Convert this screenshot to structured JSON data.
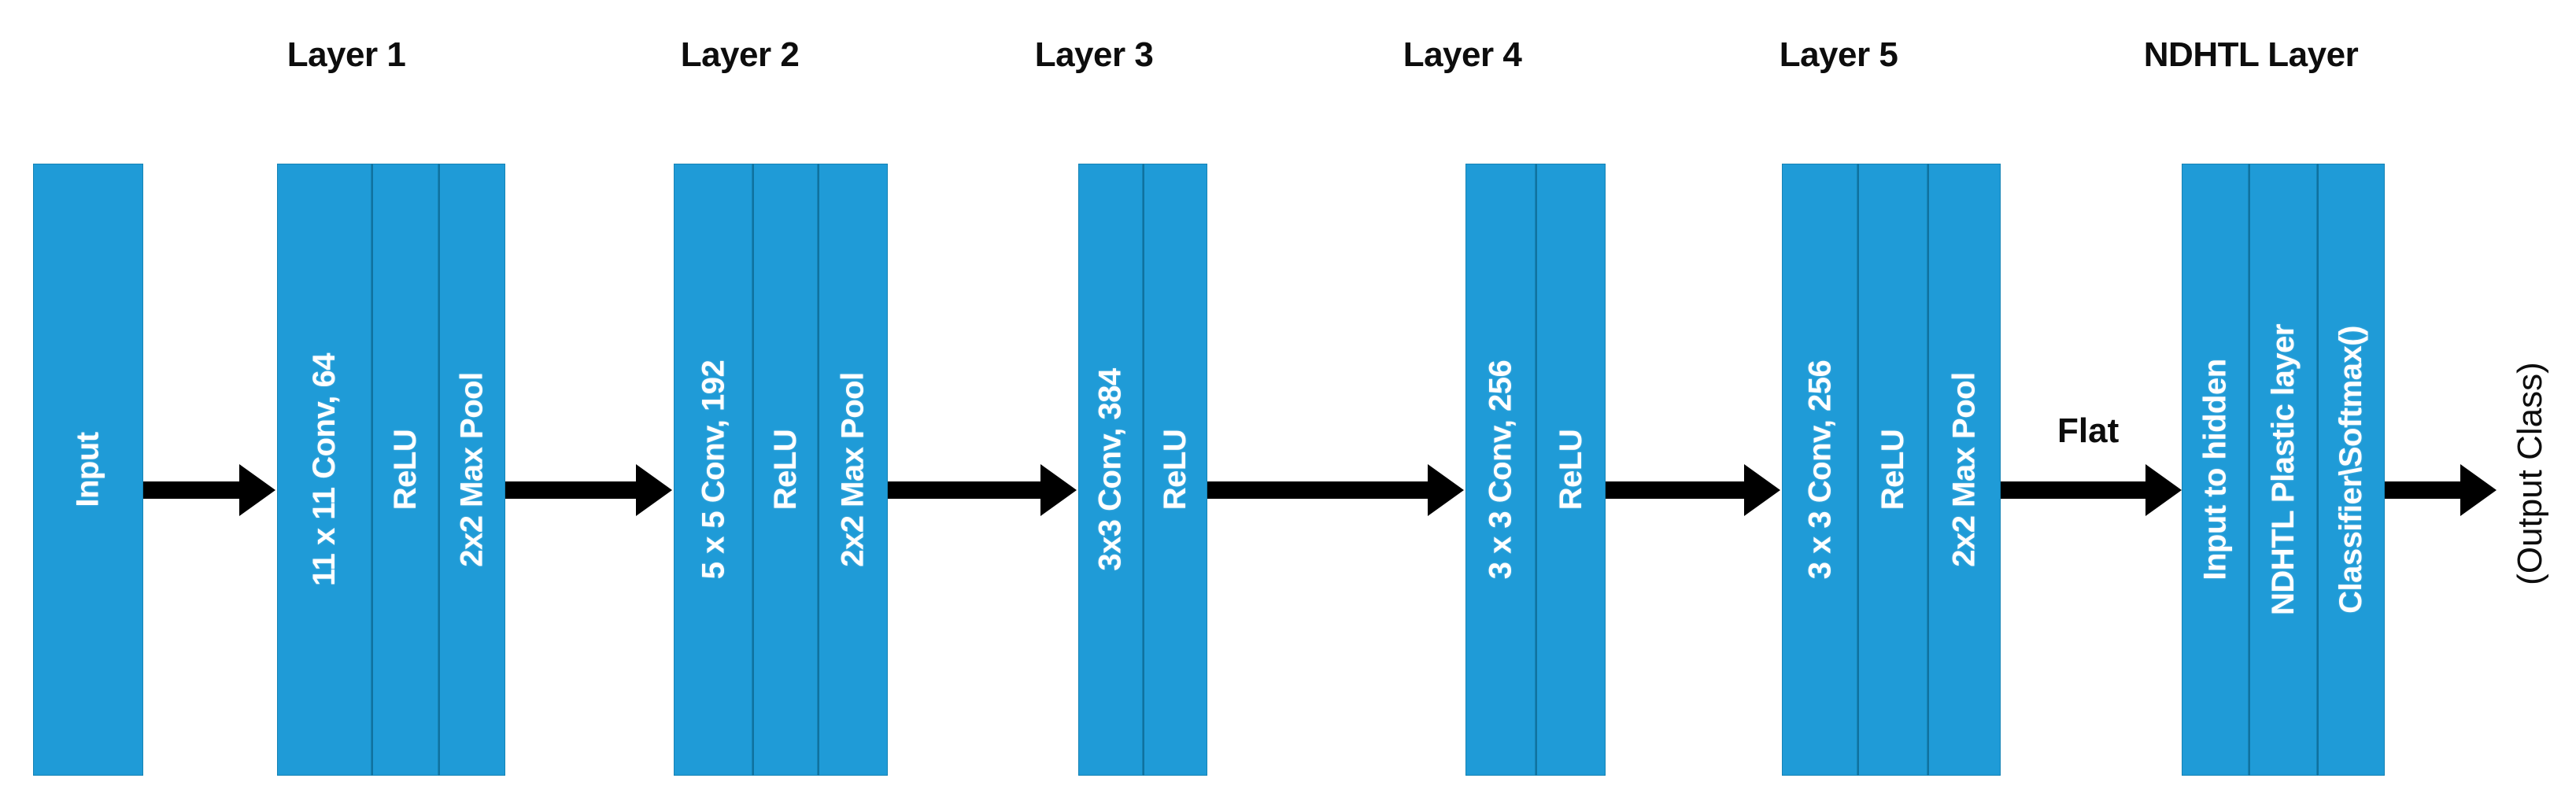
{
  "diagram": {
    "title": "NDHTL AlexNet-style CNN architecture",
    "accent_color": "#1F9BD7",
    "accent_border_color": "#10729F",
    "text_on_block_color": "#FFFFFF",
    "label_color": "#0D0D0D",
    "background_color": "#FFFFFF"
  },
  "headers": [
    {
      "label": "Layer 1"
    },
    {
      "label": "Layer 2"
    },
    {
      "label": "Layer 3"
    },
    {
      "label": "Layer 4"
    },
    {
      "label": "Layer 5"
    },
    {
      "label": "NDHTL Layer"
    }
  ],
  "blocks": [
    {
      "name": "input",
      "sub_blocks": [
        {
          "label": "Input"
        }
      ]
    },
    {
      "name": "layer-1",
      "sub_blocks": [
        {
          "label": "11 x 11 Conv, 64"
        },
        {
          "label": "ReLU"
        },
        {
          "label": "2x2 Max Pool"
        }
      ]
    },
    {
      "name": "layer-2",
      "sub_blocks": [
        {
          "label": "5 x 5 Conv, 192"
        },
        {
          "label": "ReLU"
        },
        {
          "label": "2x2 Max Pool"
        }
      ]
    },
    {
      "name": "layer-3",
      "sub_blocks": [
        {
          "label": "3x3 Conv, 384"
        },
        {
          "label": "ReLU"
        }
      ]
    },
    {
      "name": "layer-4",
      "sub_blocks": [
        {
          "label": "3 x 3 Conv, 256"
        },
        {
          "label": "ReLU"
        }
      ]
    },
    {
      "name": "layer-5",
      "sub_blocks": [
        {
          "label": "3 x 3 Conv, 256"
        },
        {
          "label": "ReLU"
        },
        {
          "label": "2x2 Max Pool"
        }
      ]
    },
    {
      "name": "ndhtl-layer",
      "sub_blocks": [
        {
          "label": "Input to hidden"
        },
        {
          "label": "NDHTL Plastic layer"
        },
        {
          "label": "Classifier\\Softmax()"
        }
      ]
    }
  ],
  "annotations": {
    "flat_label": "Flat",
    "output_label": "(Output Class)"
  }
}
